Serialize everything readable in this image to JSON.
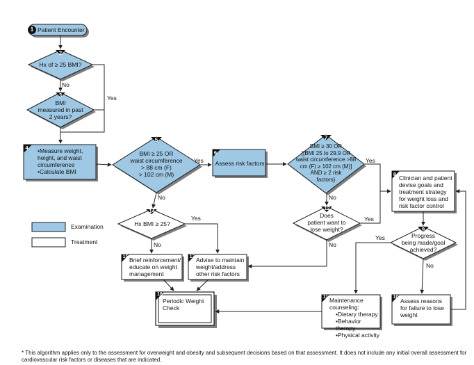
{
  "nodes": {
    "n1": {
      "num": "1",
      "text": "Patient Encounter"
    },
    "n2": {
      "num": "2",
      "text": "Hx of  ≥ 25 BMI?"
    },
    "n3": {
      "num": "3",
      "lines": [
        "BMI",
        "measured in past",
        "2 years?"
      ]
    },
    "n4": {
      "num": "4",
      "items": [
        "Measure weight, height, and waist circumference",
        "Calculate BMI"
      ]
    },
    "n5": {
      "num": "5",
      "lines": [
        "BMI ≥ 25 OR",
        "waist circumference",
        "> 88 cm (F)",
        "> 102 cm (M)"
      ]
    },
    "n6": {
      "num": "6",
      "text": "Assess risk factors"
    },
    "n7": {
      "num": "7",
      "lines": [
        "BMI ≥ 30 OR",
        "{[BMI 25 to 29.9 OR",
        "waist circumference >88",
        "cm (F) ≥ 102 cm (M)]",
        "AND ≥ 2 risk",
        "factors}"
      ]
    },
    "n8": {
      "num": "8",
      "text": "Clinician and patient devise goals and treatment strategy for weight loss and risk factor control"
    },
    "n9": {
      "num": "9",
      "lines": [
        "Progress",
        "being made/goal",
        "achieved?"
      ]
    },
    "n10": {
      "num": "10",
      "text": "Assess reasons for failure to lose weight"
    },
    "n11": {
      "num": "11",
      "title": "Maintenance counseling:",
      "items": [
        "Dietary therapy",
        "Behavior therapy",
        "Physical activity"
      ]
    },
    "n12": {
      "num": "12",
      "lines": [
        "Does",
        "patient want to",
        "lose weight?"
      ]
    },
    "n13": {
      "num": "13",
      "text": "Advise to maintain weight/address other risk factors"
    },
    "n14": {
      "num": "14",
      "text": "Hx BMI ≥ 25?"
    },
    "n15": {
      "num": "15",
      "text": "Brief reinforcement/ educate on weight management"
    },
    "n16": {
      "num": "16",
      "text": "Periodic Weight Check"
    }
  },
  "edge_labels": {
    "yes": "Yes",
    "no": "No"
  },
  "legend": {
    "examination": "Examination",
    "treatment": "Treatment"
  },
  "footnote": "* This algorithm applies only to the assessment for overweight and obesity and subsequent decisions based on that assessment.  It does not include any initial overall assessment for cardiovascular risk factors or diseases that are indicated.",
  "colors": {
    "examination_fill": "#9ec8e4",
    "treatment_fill": "#ffffff",
    "outline": "#1a1a1a",
    "number_tag": "#111111",
    "shadow": "#7f7f7f",
    "connector": "#222222"
  }
}
